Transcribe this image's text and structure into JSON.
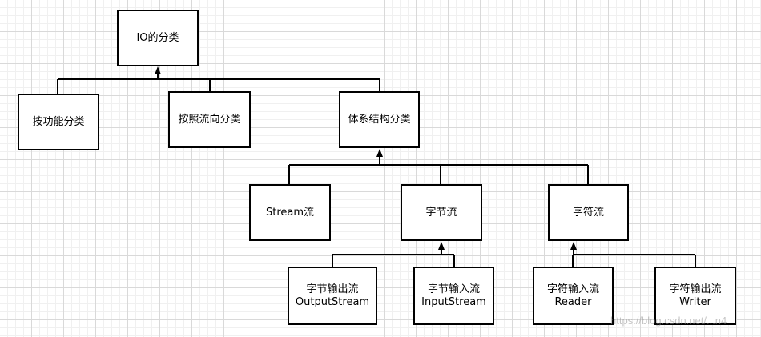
{
  "nodes": {
    "root": "IO的分类",
    "by_function": "按功能分类",
    "by_direction": "按照流向分类",
    "by_architecture": "体系结构分类",
    "stream": "Stream流",
    "byte_stream": "字节流",
    "char_stream": "字符流",
    "byte_output": {
      "line1": "字节输出流",
      "line2": "OutputStream"
    },
    "byte_input": {
      "line1": "字节输入流",
      "line2": "InputStream"
    },
    "char_input": {
      "line1": "字符输入流",
      "line2": "Reader"
    },
    "char_output": {
      "line1": "字符输出流",
      "line2": "Writer"
    }
  },
  "watermark": "https://blog.csdn.net/...n4"
}
